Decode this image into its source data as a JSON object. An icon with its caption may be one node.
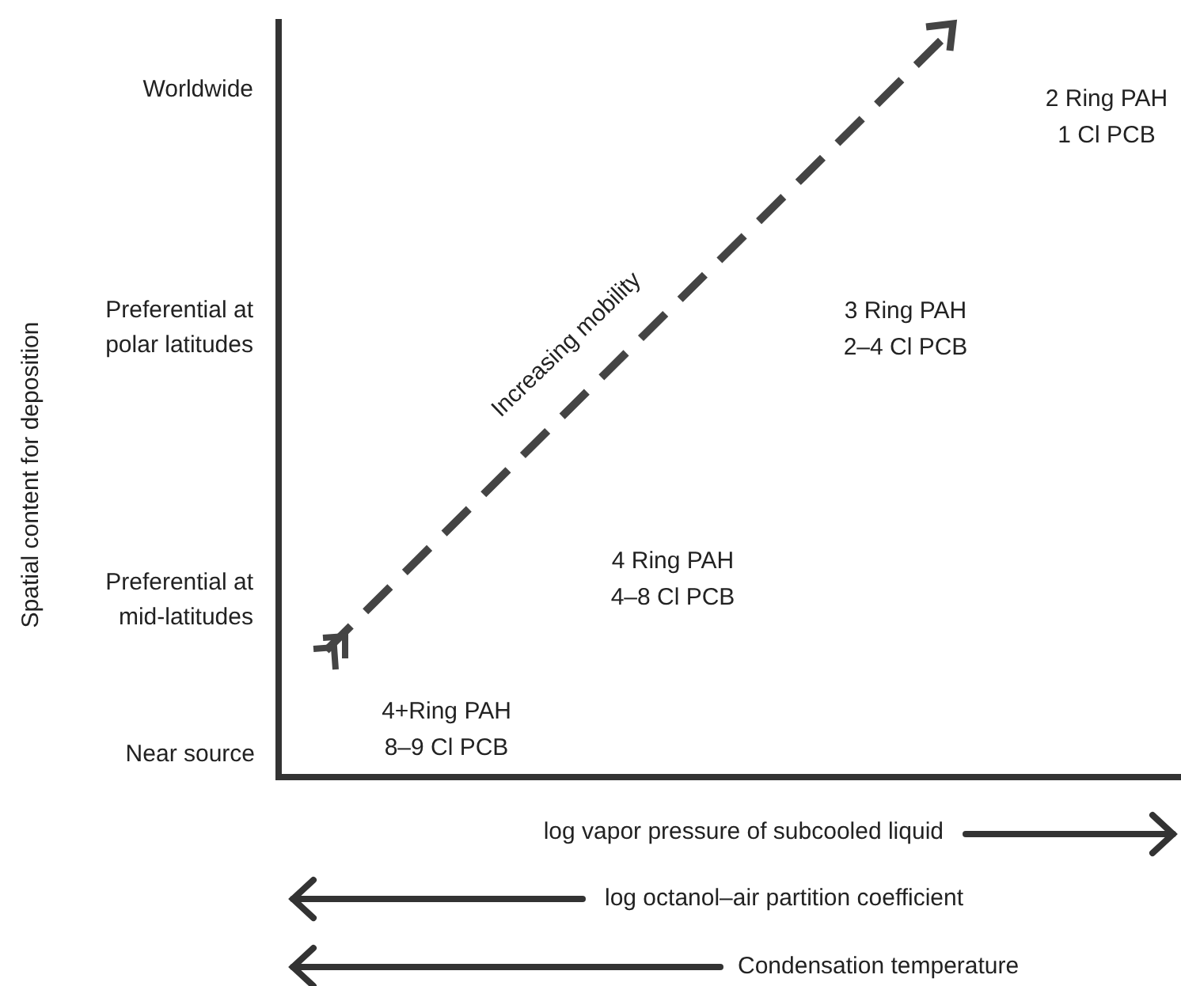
{
  "diagram": {
    "labels": [
      "Spatial content for deposition",
      "Worldwide",
      "2 Ring PAH",
      "1 Cl PCB",
      "Preferential at polar latitudes",
      "Increasing mobility",
      "3 Ring PAH",
      "2–4 Cl PCB",
      "Preferential at mid-latitudes",
      "4 Ring PAH",
      "4–8 Cl PCB",
      "4+Ring PAH",
      "8–9 Cl PCB",
      "Near source",
      "log vapor pressure of subcooled liquid",
      "log octanol–air partition coefficient",
      "Condensation temperature"
    ]
  }
}
